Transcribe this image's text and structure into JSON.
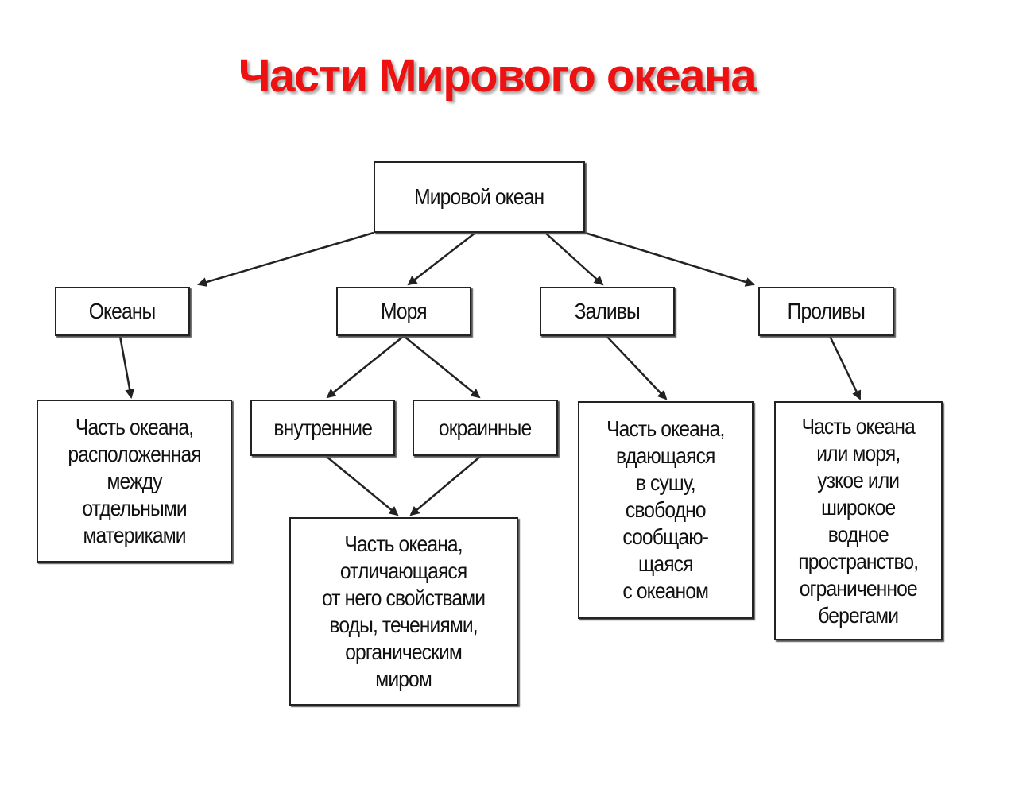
{
  "title": "Части Мирового океана",
  "colors": {
    "title": "#ee1111",
    "lines": "#222222"
  },
  "diagram": {
    "root": "Мировой океан",
    "categories": [
      "Океаны",
      "Моря",
      "Заливы",
      "Проливы"
    ],
    "sea_types": [
      "внутренние",
      "окраинные"
    ],
    "definitions": {
      "oceans": "Часть океана,\nрасположенная\nмежду\nотдельными\nматериками",
      "seas": "Часть океана,\nотличающаяся\nот него свойствами\nводы, течениями,\nорганическим\nмиром",
      "gulfs": "Часть океана,\nвдающаяся\nв сушу,\nсвободно\nсообщаю-\nщаяся\nс океаном",
      "straits": "Часть океана\nили моря,\nузкое или\nширокое\nводное\nпространство,\nограниченное\nберегами"
    }
  }
}
